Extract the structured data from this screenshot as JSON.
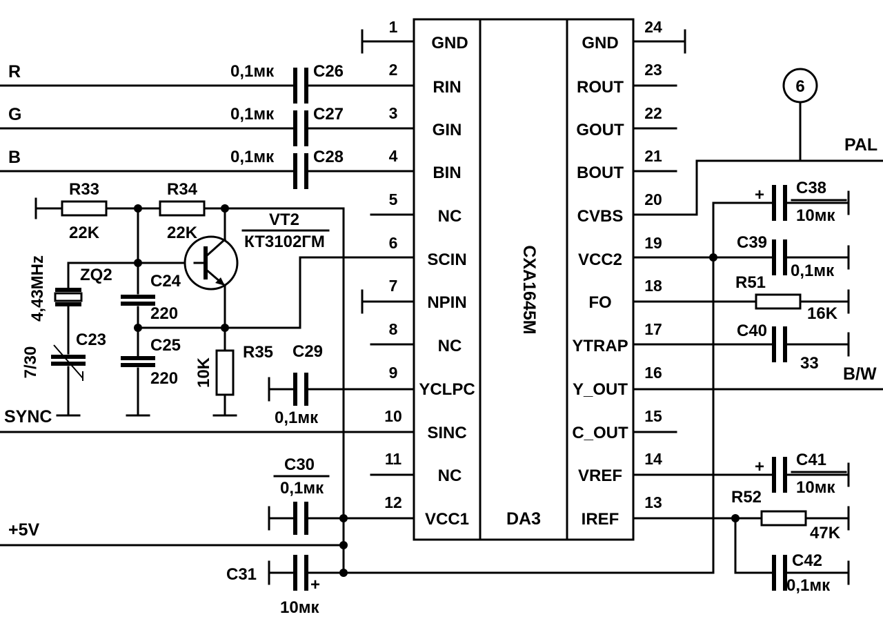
{
  "chip": {
    "part": "CXA1645M",
    "ref": "DA3",
    "left_pins": [
      {
        "num": "1",
        "name": "GND"
      },
      {
        "num": "2",
        "name": "RIN"
      },
      {
        "num": "3",
        "name": "GIN"
      },
      {
        "num": "4",
        "name": "BIN"
      },
      {
        "num": "5",
        "name": "NC"
      },
      {
        "num": "6",
        "name": "SCIN"
      },
      {
        "num": "7",
        "name": "NPIN"
      },
      {
        "num": "8",
        "name": "NC"
      },
      {
        "num": "9",
        "name": "YCLPC"
      },
      {
        "num": "10",
        "name": "SINC"
      },
      {
        "num": "11",
        "name": "NC"
      },
      {
        "num": "12",
        "name": "VCC1"
      }
    ],
    "right_pins": [
      {
        "num": "24",
        "name": "GND"
      },
      {
        "num": "23",
        "name": "ROUT"
      },
      {
        "num": "22",
        "name": "GOUT"
      },
      {
        "num": "21",
        "name": "BOUT"
      },
      {
        "num": "20",
        "name": "CVBS"
      },
      {
        "num": "19",
        "name": "VCC2"
      },
      {
        "num": "18",
        "name": "FO"
      },
      {
        "num": "17",
        "name": "YTRAP"
      },
      {
        "num": "16",
        "name": "Y_OUT"
      },
      {
        "num": "15",
        "name": "C_OUT"
      },
      {
        "num": "14",
        "name": "VREF"
      },
      {
        "num": "13",
        "name": "IREF"
      }
    ]
  },
  "nets": {
    "r": "R",
    "g": "G",
    "b": "B",
    "sync": "SYNC",
    "plus5v": "+5V",
    "pal": "PAL",
    "bw": "B/W",
    "connector": "6"
  },
  "components": {
    "c26": {
      "ref": "C26",
      "value": "0,1мк"
    },
    "c27": {
      "ref": "C27",
      "value": "0,1мк"
    },
    "c28": {
      "ref": "C28",
      "value": "0,1мк"
    },
    "r33": {
      "ref": "R33",
      "value": "22K"
    },
    "r34": {
      "ref": "R34",
      "value": "22K"
    },
    "vt2": {
      "ref": "VT2",
      "value": "КТ3102ГМ"
    },
    "zq2": {
      "ref": "ZQ2",
      "value": "4,43MHz"
    },
    "c24": {
      "ref": "C24",
      "value": "220"
    },
    "c25": {
      "ref": "C25",
      "value": "220"
    },
    "c23": {
      "ref": "C23",
      "value": "7/30"
    },
    "r35": {
      "ref": "R35",
      "value": "10K"
    },
    "c29": {
      "ref": "C29",
      "value": "0,1мк"
    },
    "c30": {
      "ref": "C30",
      "value": "0,1мк"
    },
    "c31": {
      "ref": "C31",
      "value": "10мк"
    },
    "c38": {
      "ref": "C38",
      "value": "10мк"
    },
    "c39": {
      "ref": "C39",
      "value": "0,1мк"
    },
    "r51": {
      "ref": "R51",
      "value": "16K"
    },
    "c40": {
      "ref": "C40",
      "value": "33"
    },
    "c41": {
      "ref": "C41",
      "value": "10мк"
    },
    "r52": {
      "ref": "R52",
      "value": "47K"
    },
    "c42": {
      "ref": "C42",
      "value": "0,1мк"
    }
  },
  "polarity_mark": "+"
}
